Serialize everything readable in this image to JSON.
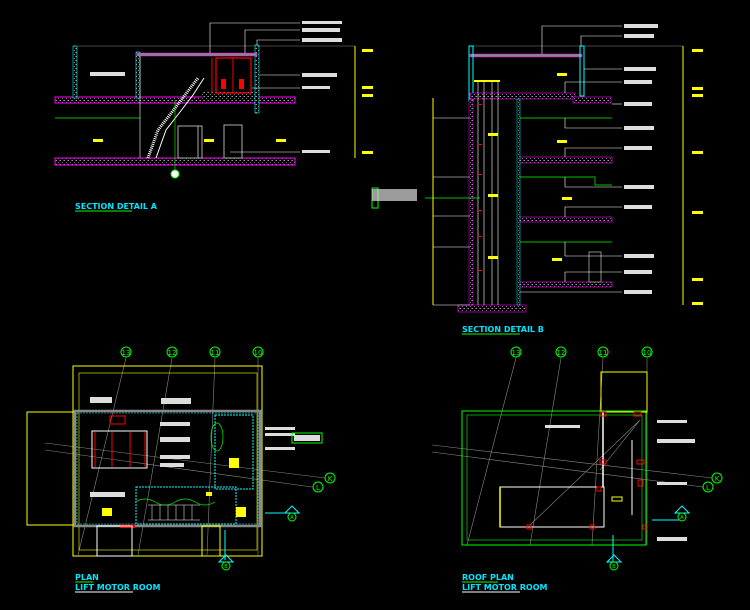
{
  "drawings": {
    "section_a": {
      "title": "SECTION DETAIL A"
    },
    "section_b": {
      "title": "SECTION DETAIL B"
    },
    "plan": {
      "title_line1": "PLAN",
      "title_line2": "LIFT MOTOR ROOM"
    },
    "roof_plan": {
      "title_line1": "ROOF PLAN",
      "title_line2": "LIFT MOTOR ROOM"
    }
  },
  "grid_labels": {
    "g13": "13",
    "g12": "12",
    "g11": "11",
    "g10": "10",
    "k": "K",
    "l": "L"
  },
  "section_markers": {
    "a": "A",
    "b": "B"
  },
  "colors": {
    "background": "#000000",
    "title": "#00e5ff",
    "dimension": "#ffff00",
    "slab": "#ff00ff",
    "wall": "#00ffff",
    "grid": "#00ff00",
    "door": "#ff0000",
    "leader": "#ffffff"
  }
}
